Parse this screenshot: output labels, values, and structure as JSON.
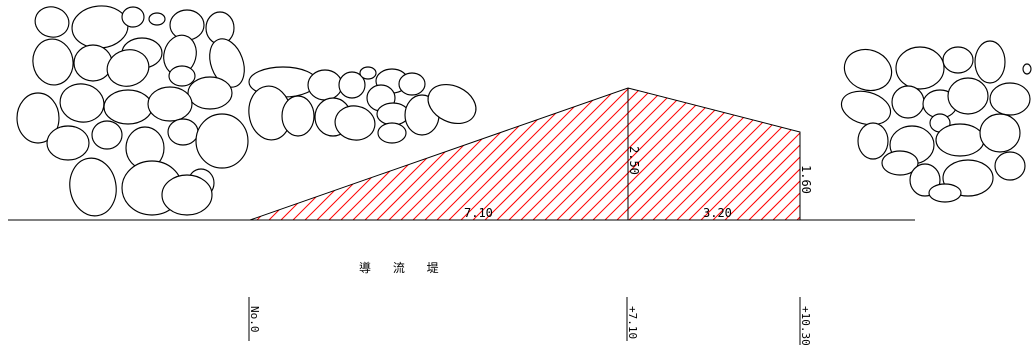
{
  "drawing": {
    "title": "導 流 堤",
    "dimensions": {
      "left_base": "7.10",
      "right_base": "3.20",
      "crest_height": "2.50",
      "end_height": "1.60"
    },
    "stations": {
      "start": "No.0",
      "mid": "+7.10",
      "end": "+10.30"
    },
    "colors": {
      "hatch": "#ff0000",
      "line": "#000000",
      "background": "#ffffff"
    }
  }
}
